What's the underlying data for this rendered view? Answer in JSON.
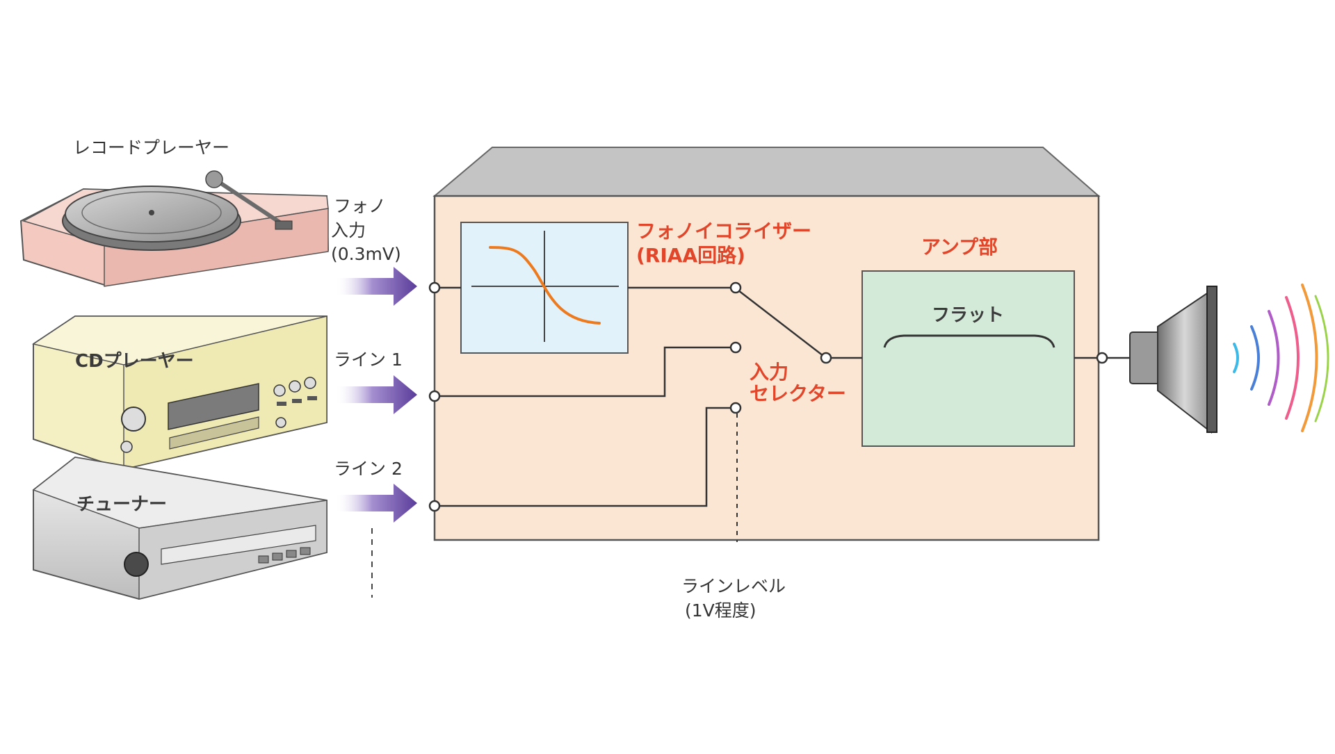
{
  "sources": {
    "record_player": "レコードプレーヤー",
    "cd_player": "CDプレーヤー",
    "tuner": "チューナー"
  },
  "inputs": {
    "phono_line1": "フォノ",
    "phono_line2": "入力",
    "phono_line3": "(0.3mV)",
    "line1": "ライン 1",
    "line2": "ライン 2"
  },
  "amplifier": {
    "equalizer_line1": "フォノイコライザー",
    "equalizer_line2": "(RIAA回路)",
    "amp_section": "アンプ部",
    "flat": "フラット",
    "selector_line1": "入力",
    "selector_line2": "セレクター"
  },
  "line_level": {
    "line1": "ラインレベル",
    "line2": "(1V程度)"
  },
  "colors": {
    "amp_body": "#fbe6d4",
    "amp_top": "#c4c4c4",
    "eq_panel": "#e2f2fa",
    "amp_panel": "#d3ead8",
    "accent_red": "#e2462a",
    "input_arrow": "#5a3c9a",
    "turntable_base": "#f3c9c0",
    "cd_body": "#f4f0c4",
    "tuner_body": "#e1e1e1"
  },
  "icons": [
    "turntable-icon",
    "cd-player-icon",
    "tuner-icon",
    "speaker-icon",
    "sound-wave-icon",
    "input-arrow-icon"
  ]
}
